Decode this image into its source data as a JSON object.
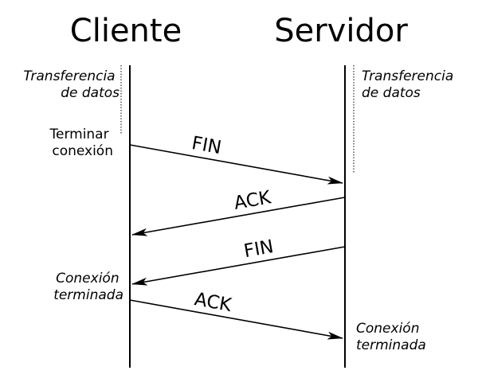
{
  "participants": {
    "client": "Cliente",
    "server": "Servidor"
  },
  "client_side": {
    "data_transfer_line1": "Transferencia",
    "data_transfer_line2": "de datos",
    "terminate_line1": "Terminar",
    "terminate_line2": "conexión",
    "closed_line1": "Conexión",
    "closed_line2": "terminada"
  },
  "server_side": {
    "data_transfer_line1": "Transferencia",
    "data_transfer_line2": "de datos",
    "closed_line1": "Conexión",
    "closed_line2": "terminada"
  },
  "messages": {
    "fin_1": "FIN",
    "ack_1": "ACK",
    "fin_2": "FIN",
    "ack_2": "ACK"
  }
}
